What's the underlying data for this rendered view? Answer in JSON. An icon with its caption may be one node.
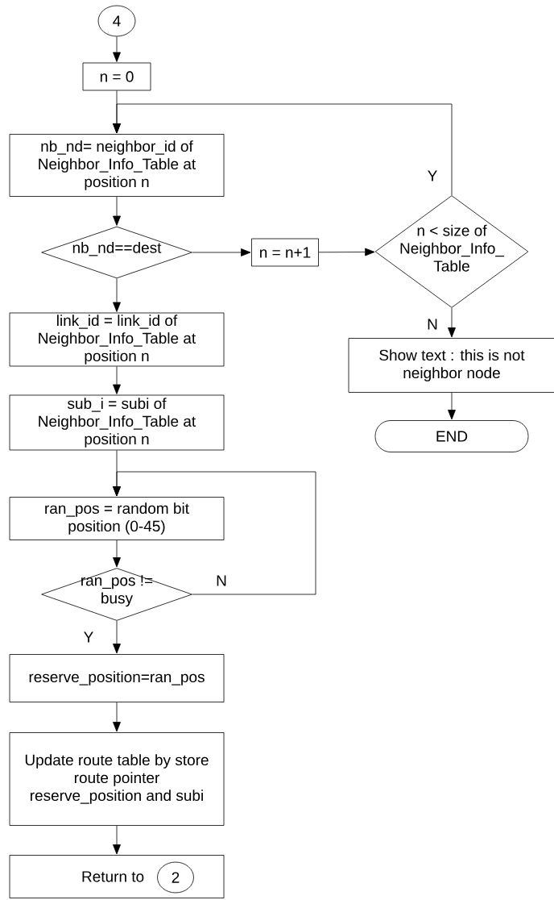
{
  "diagram": {
    "nodes": [
      {
        "text": [
          "4"
        ]
      },
      {
        "text": [
          "n = 0"
        ]
      },
      {
        "text": [
          "nb_nd= neighbor_id of Neighbor_Info_Table at position n"
        ]
      },
      {
        "text": [
          "nb_nd==dest"
        ]
      },
      {
        "text": [
          "n = n+1"
        ]
      },
      {
        "text": [
          "n < size of Neighbor_Info_ Table"
        ]
      },
      {
        "text": [
          "Show text : this is not neighbor node"
        ]
      },
      {
        "text": [
          "END"
        ]
      },
      {
        "text": [
          "link_id = link_id of Neighbor_Info_Table at position n"
        ]
      },
      {
        "text": [
          "sub_i = subi of Neighbor_Info_Table at position n"
        ]
      },
      {
        "text": [
          "ran_pos = random bit position (0-45)"
        ]
      },
      {
        "text": [
          "ran_pos != busy"
        ]
      },
      {
        "text": [
          "reserve_position=ran_pos"
        ]
      },
      {
        "text": [
          "Update route table by store route pointer reserve_position and subi"
        ]
      },
      {
        "text": [
          "Return to"
        ]
      },
      {
        "text": [
          "2"
        ],
        "in": 14
      }
    ],
    "edges": [
      {
        "from": 0,
        "to": 1,
        "arrow": "to"
      },
      {
        "from": 1,
        "to": 2,
        "arrow": "to"
      },
      {
        "from": 2,
        "to": 3,
        "arrow": "to"
      },
      {
        "from": 3,
        "to": 4,
        "arrow": "to"
      },
      {
        "from": 4,
        "to": 5,
        "arrow": "to"
      },
      {
        "from": 5,
        "to": 2,
        "arrow": "to",
        "label": "Y"
      },
      {
        "from": 5,
        "to": 6,
        "arrow": "to",
        "label": "N"
      },
      {
        "from": 6,
        "to": 7,
        "arrow": "to"
      },
      {
        "from": 3,
        "to": 8,
        "arrow": "to"
      },
      {
        "from": 8,
        "to": 9,
        "arrow": "to"
      },
      {
        "from": 9,
        "to": 10,
        "arrow": "to"
      },
      {
        "from": 10,
        "to": 11,
        "arrow": "to"
      },
      {
        "from": 11,
        "to": 10,
        "arrow": "to",
        "label": "N"
      },
      {
        "from": 11,
        "to": 12,
        "arrow": "to",
        "label": "Y"
      },
      {
        "from": 12,
        "to": 13,
        "arrow": "to"
      },
      {
        "from": 13,
        "to": 14,
        "arrow": "to"
      }
    ]
  }
}
